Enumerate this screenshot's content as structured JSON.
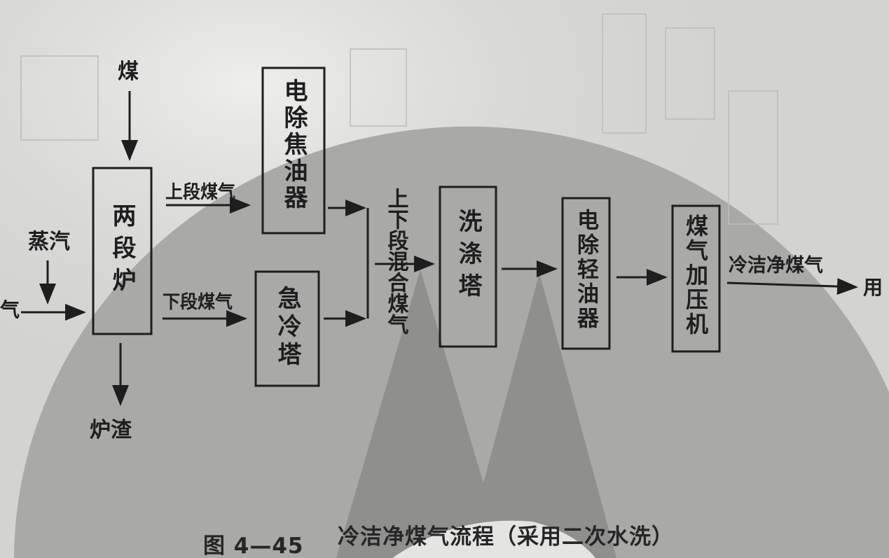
{
  "nodes": {
    "furnace": "两段炉",
    "tar_precipitator": "电除焦油器",
    "quench_tower": "急冷塔",
    "wash_tower": "洗涤塔",
    "light_oil_precipitator": "电除轻油器",
    "gas_compressor": "煤气加压机"
  },
  "flows": {
    "coal": "煤",
    "steam": "蒸汽",
    "air_partial": "气",
    "slag": "炉渣",
    "upper_gas": "上段煤气",
    "lower_gas": "下段煤气",
    "mixed_gas": "上下段混合煤气",
    "clean_gas": "冷洁净煤气",
    "to_user_partial": "用"
  },
  "caption": {
    "figure_number": "图 4—45",
    "title": "冷洁净煤气流程（采用二次水洗）"
  },
  "colors": {
    "background": "#d2d2d0",
    "watermark": "#8f8f8d",
    "ink": "#1e1e1e"
  }
}
